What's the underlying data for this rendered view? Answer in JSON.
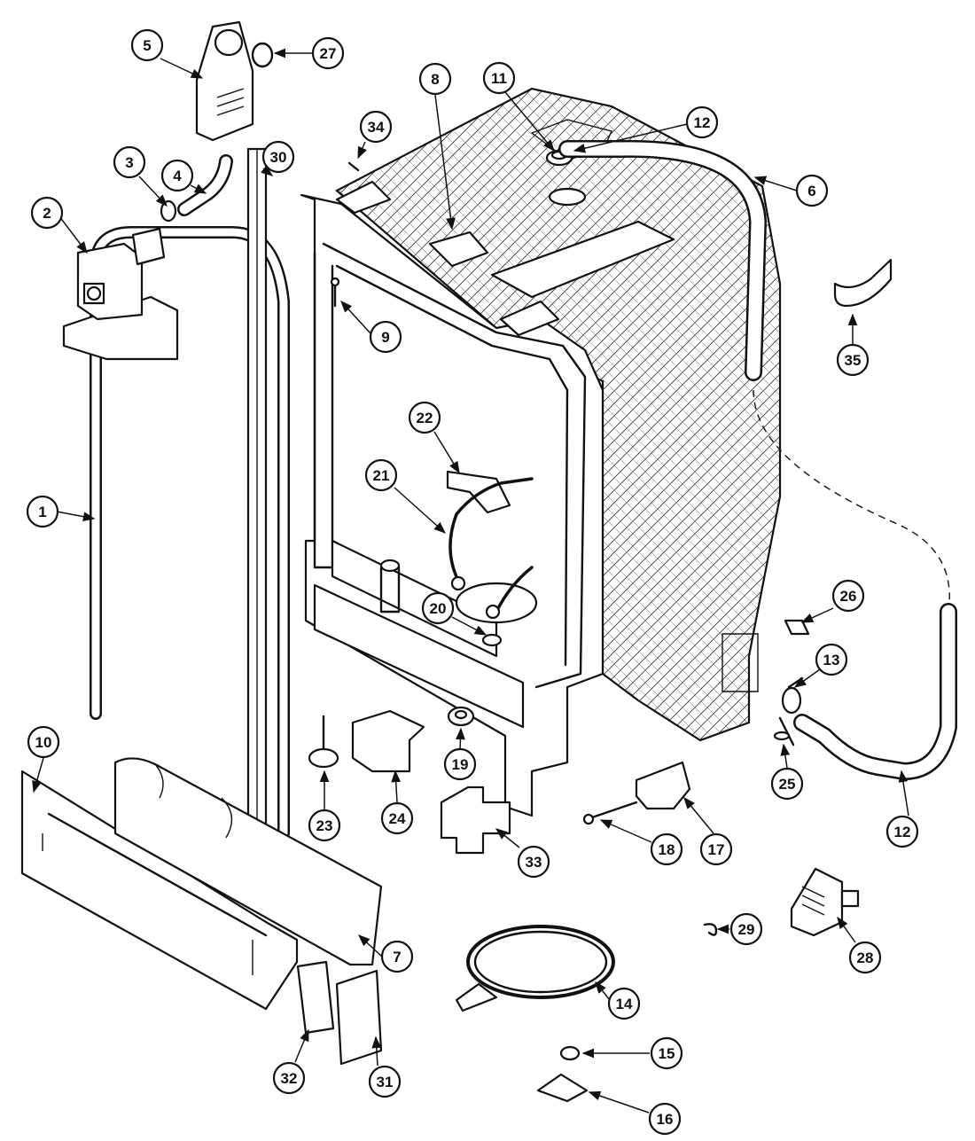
{
  "colors": {
    "line": "#111111",
    "background": "#ffffff",
    "callout_fill": "#ffffff"
  },
  "callouts": [
    {
      "label": "1",
      "part_icon": "door-gasket-icon"
    },
    {
      "label": "2",
      "part_icon": "water-valve-icon"
    },
    {
      "label": "3",
      "part_icon": "hose-clamp-icon"
    },
    {
      "label": "4",
      "part_icon": "fill-hose-icon"
    },
    {
      "label": "5",
      "part_icon": "vent-icon"
    },
    {
      "label": "6",
      "part_icon": "tub-icon"
    },
    {
      "label": "7",
      "part_icon": "insulation-icon"
    },
    {
      "label": "8",
      "part_icon": "bracket-icon"
    },
    {
      "label": "9",
      "part_icon": "screw-icon"
    },
    {
      "label": "10",
      "part_icon": "toe-panel-icon"
    },
    {
      "label": "11",
      "part_icon": "grommet-icon"
    },
    {
      "label": "12",
      "part_icon": "drain-hose-icon"
    },
    {
      "label": "12",
      "part_icon": "drain-hose-icon"
    },
    {
      "label": "13",
      "part_icon": "clamp-icon"
    },
    {
      "label": "14",
      "part_icon": "heating-element-icon"
    },
    {
      "label": "15",
      "part_icon": "nut-icon"
    },
    {
      "label": "16",
      "part_icon": "clip-icon"
    },
    {
      "label": "17",
      "part_icon": "leveling-bracket-icon"
    },
    {
      "label": "18",
      "part_icon": "bolt-icon"
    },
    {
      "label": "19",
      "part_icon": "grommet-icon"
    },
    {
      "label": "20",
      "part_icon": "seal-icon"
    },
    {
      "label": "21",
      "part_icon": "wire-icon"
    },
    {
      "label": "22",
      "part_icon": "wire-clip-icon"
    },
    {
      "label": "23",
      "part_icon": "leveling-leg-icon"
    },
    {
      "label": "24",
      "part_icon": "shield-icon"
    },
    {
      "label": "25",
      "part_icon": "fastener-icon"
    },
    {
      "label": "26",
      "part_icon": "tape-icon"
    },
    {
      "label": "27",
      "part_icon": "o-ring-icon"
    },
    {
      "label": "28",
      "part_icon": "transformer-icon"
    },
    {
      "label": "29",
      "part_icon": "clip-icon"
    },
    {
      "label": "30",
      "part_icon": "side-trim-icon"
    },
    {
      "label": "31",
      "part_icon": "panel-icon"
    },
    {
      "label": "32",
      "part_icon": "pad-icon"
    },
    {
      "label": "33",
      "part_icon": "foam-block-icon"
    },
    {
      "label": "34",
      "part_icon": "pin-icon"
    },
    {
      "label": "35",
      "part_icon": "hose-clip-icon"
    }
  ]
}
